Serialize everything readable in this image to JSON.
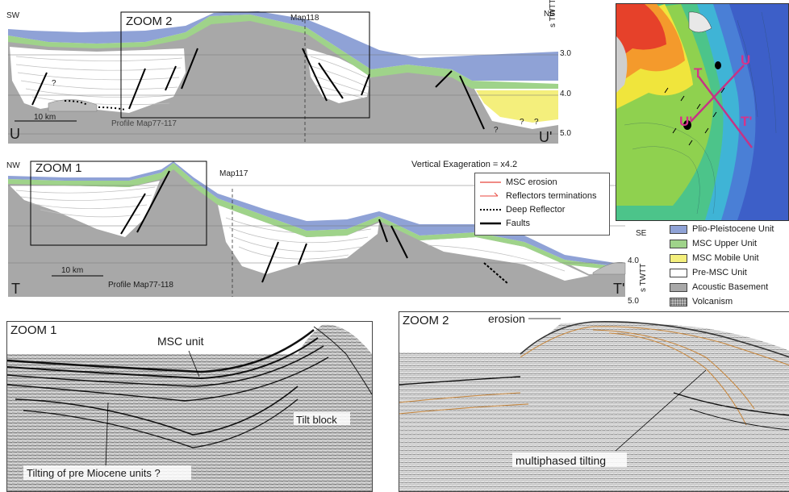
{
  "section_u": {
    "left_dir": "SW",
    "right_dir": "NE",
    "zoom_label": "ZOOM 2",
    "map_label": "Map118",
    "scale_label": "10 km",
    "profile_label": "Profile Map77-117",
    "start_label": "U",
    "end_label": "U'",
    "axis_label": "s TWTT",
    "ticks": [
      "3.0",
      "4.0",
      "5.0"
    ],
    "question_marks": [
      "?",
      "?",
      "?",
      "?"
    ]
  },
  "section_t": {
    "left_dir": "NW",
    "right_dir": "SE",
    "zoom_label": "ZOOM 1",
    "map_label": "Map117",
    "scale_label": "10 km",
    "profile_label": "Profile Map77-118",
    "start_label": "T",
    "end_label": "T'",
    "axis_label": "s TWTT",
    "ticks": [
      "4.0",
      "5.0"
    ],
    "vertical_exag": "Vertical Exageration = x4.2"
  },
  "line_legend": [
    {
      "label": "MSC erosion",
      "color": "#e8463c",
      "style": "solid-thin"
    },
    {
      "label": "Reflectors terminations",
      "color": "#e8463c",
      "style": "tick"
    },
    {
      "label": "Deep Reflector",
      "color": "#000000",
      "style": "dotted"
    },
    {
      "label": "Faults",
      "color": "#000000",
      "style": "thick"
    }
  ],
  "unit_legend": [
    {
      "label": "Plio-Pleistocene Unit",
      "color": "#8fa2d6"
    },
    {
      "label": "MSC Upper Unit",
      "color": "#9fd38a"
    },
    {
      "label": "MSC Mobile Unit",
      "color": "#f4ef7c"
    },
    {
      "label": "Pre-MSC Unit",
      "color": "#ffffff"
    },
    {
      "label": "Acoustic Basement",
      "color": "#a8a8a8"
    },
    {
      "label": "Volcanism",
      "color": "#bdbdbd"
    }
  ],
  "map_inset": {
    "labels": [
      "U",
      "T",
      "U'",
      "T'"
    ],
    "label_color": "#d6338a"
  },
  "zoom1_panel": {
    "title": "ZOOM 1",
    "annotations": [
      "MSC unit",
      "Tilt block",
      "Tilting of pre Miocene units ?"
    ]
  },
  "zoom2_panel": {
    "title": "ZOOM 2",
    "annotations": [
      "erosion",
      "multiphased tilting"
    ]
  }
}
